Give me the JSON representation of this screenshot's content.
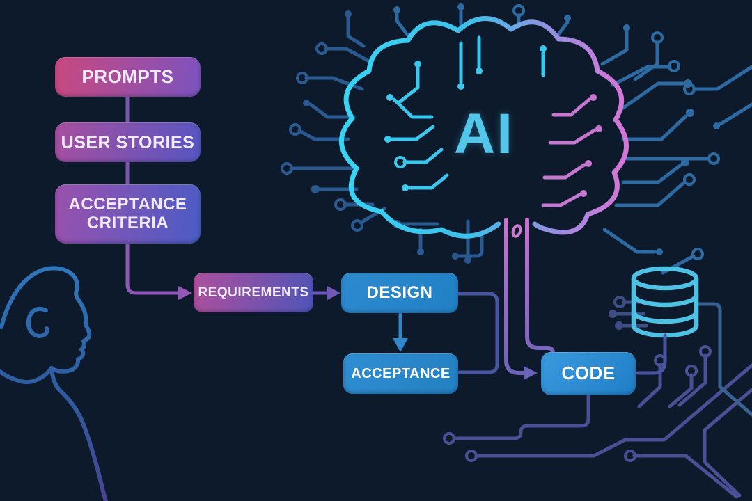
{
  "title": "AI-assisted software development workflow illustration",
  "ai_label": "AI",
  "nodes": [
    {
      "id": "prompts",
      "label": "PROMPTS"
    },
    {
      "id": "user-stories",
      "label": "USER STORIES"
    },
    {
      "id": "acceptance-criteria",
      "label": "ACCEPTANCE CRITERIA"
    },
    {
      "id": "requirements",
      "label": "REQUIREMENTS"
    },
    {
      "id": "design",
      "label": "DESIGN"
    },
    {
      "id": "acceptance",
      "label": "ACCEPTANCE"
    },
    {
      "id": "code",
      "label": "CODE"
    }
  ],
  "edges": [
    {
      "from": "PROMPTS",
      "to": "USER STORIES",
      "style": "line"
    },
    {
      "from": "USER STORIES",
      "to": "ACCEPTANCE CRITERIA",
      "style": "line"
    },
    {
      "from": "ACCEPTANCE CRITERIA",
      "to": "REQUIREMENTS",
      "style": "elbow-arrow"
    },
    {
      "from": "REQUIREMENTS",
      "to": "DESIGN",
      "style": "arrow"
    },
    {
      "from": "DESIGN",
      "to": "ACCEPTANCE",
      "style": "arrow-down"
    },
    {
      "from": "DESIGN",
      "to": "ACCEPTANCE",
      "style": "side-loop-line"
    },
    {
      "from": "AI BRAIN",
      "to": "CODE",
      "style": "arrow"
    },
    {
      "from": "DATABASE",
      "to": "CODE",
      "style": "line"
    }
  ],
  "icons": [
    {
      "name": "ai-brain-circuit-icon"
    },
    {
      "name": "database-icon"
    },
    {
      "name": "person-silhouette-icon"
    },
    {
      "name": "circuit-traces"
    }
  ],
  "colors": {
    "background": "#0d1a2c",
    "box_pink": "#c9497f",
    "box_purple": "#7b53bf",
    "box_indigo": "#5056c2",
    "box_blue": "#2a86cb",
    "brain_cyan": "#3cc8ee",
    "brain_pink": "#cc78d4",
    "database_blue": "#4cc0e2",
    "circuit_blue": "#2b5f95",
    "circuit_purple": "#4a4f90",
    "label_text": "#f2ecfa"
  }
}
